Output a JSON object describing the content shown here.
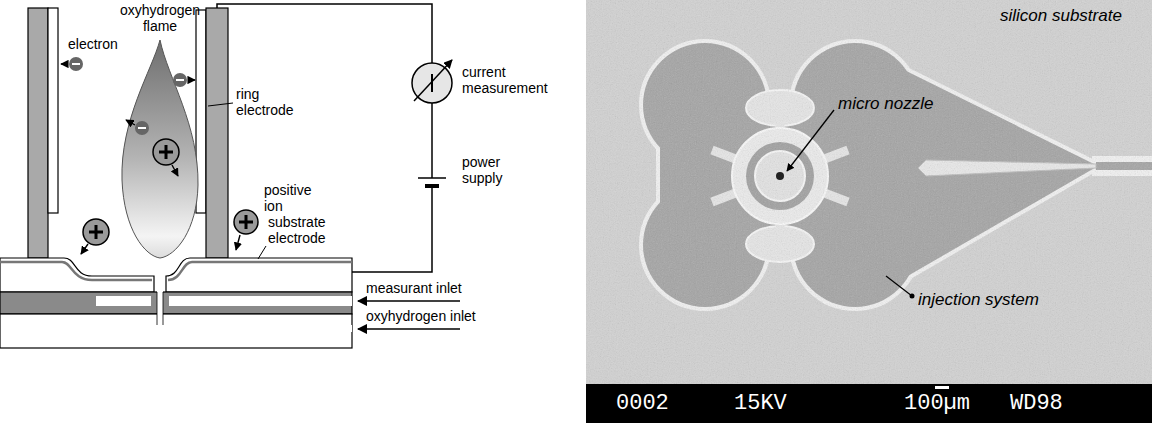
{
  "diagram": {
    "labels": [
      "oxyhydrogen flame",
      "electron",
      "ring electrode",
      "current measurement",
      "power supply",
      "positive ion",
      "substrate electrode",
      "measurant inlet",
      "oxyhydrogen inlet",
      "silicon substrate",
      "micro nozzle",
      "injection system",
      "0002",
      "15KV",
      "100µm",
      "WD98"
    ]
  }
}
